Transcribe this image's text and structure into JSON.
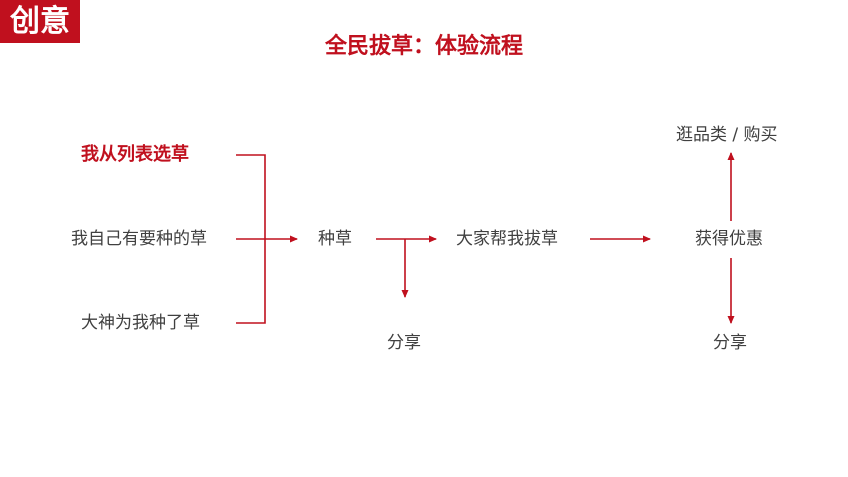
{
  "badge": {
    "label": "创意"
  },
  "title": "全民拔草：体验流程",
  "sources": [
    {
      "label": "我从列表选草",
      "highlighted": true
    },
    {
      "label": "我自己有要种的草",
      "highlighted": false
    },
    {
      "label": "大神为我种了草",
      "highlighted": false
    }
  ],
  "flow": {
    "plant": "种草",
    "share_a": "分享",
    "help": "大家帮我拔草",
    "reward": "获得优惠",
    "shop": "逛品类 / 购买",
    "share_b": "分享"
  },
  "colors": {
    "accent": "#c0101e",
    "text": "#404040",
    "background": "#ffffff"
  }
}
